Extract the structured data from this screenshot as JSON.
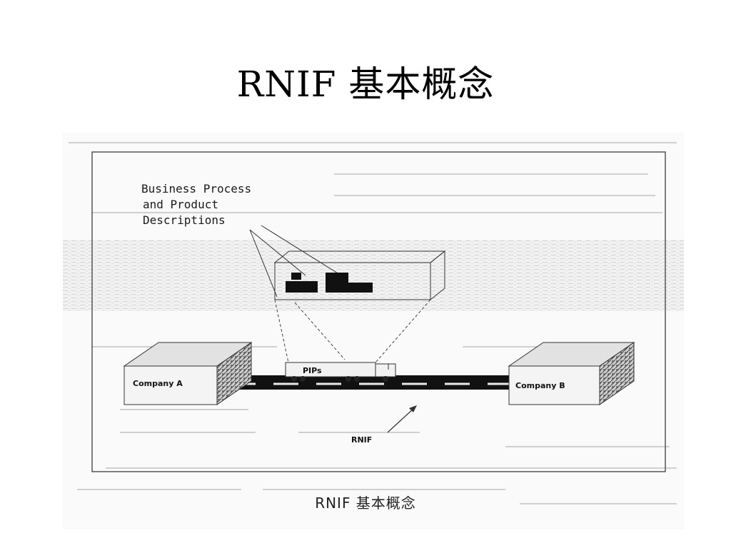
{
  "slide": {
    "title": "RNIF 基本概念",
    "caption": "RNIF 基本概念"
  },
  "diagram": {
    "callout_lines": [
      "Business Process",
      "and Product",
      "Descriptions"
    ],
    "company_left": "Company A",
    "company_right": "Company B",
    "truck_label": "PIPs",
    "road_label": "RNIF"
  }
}
